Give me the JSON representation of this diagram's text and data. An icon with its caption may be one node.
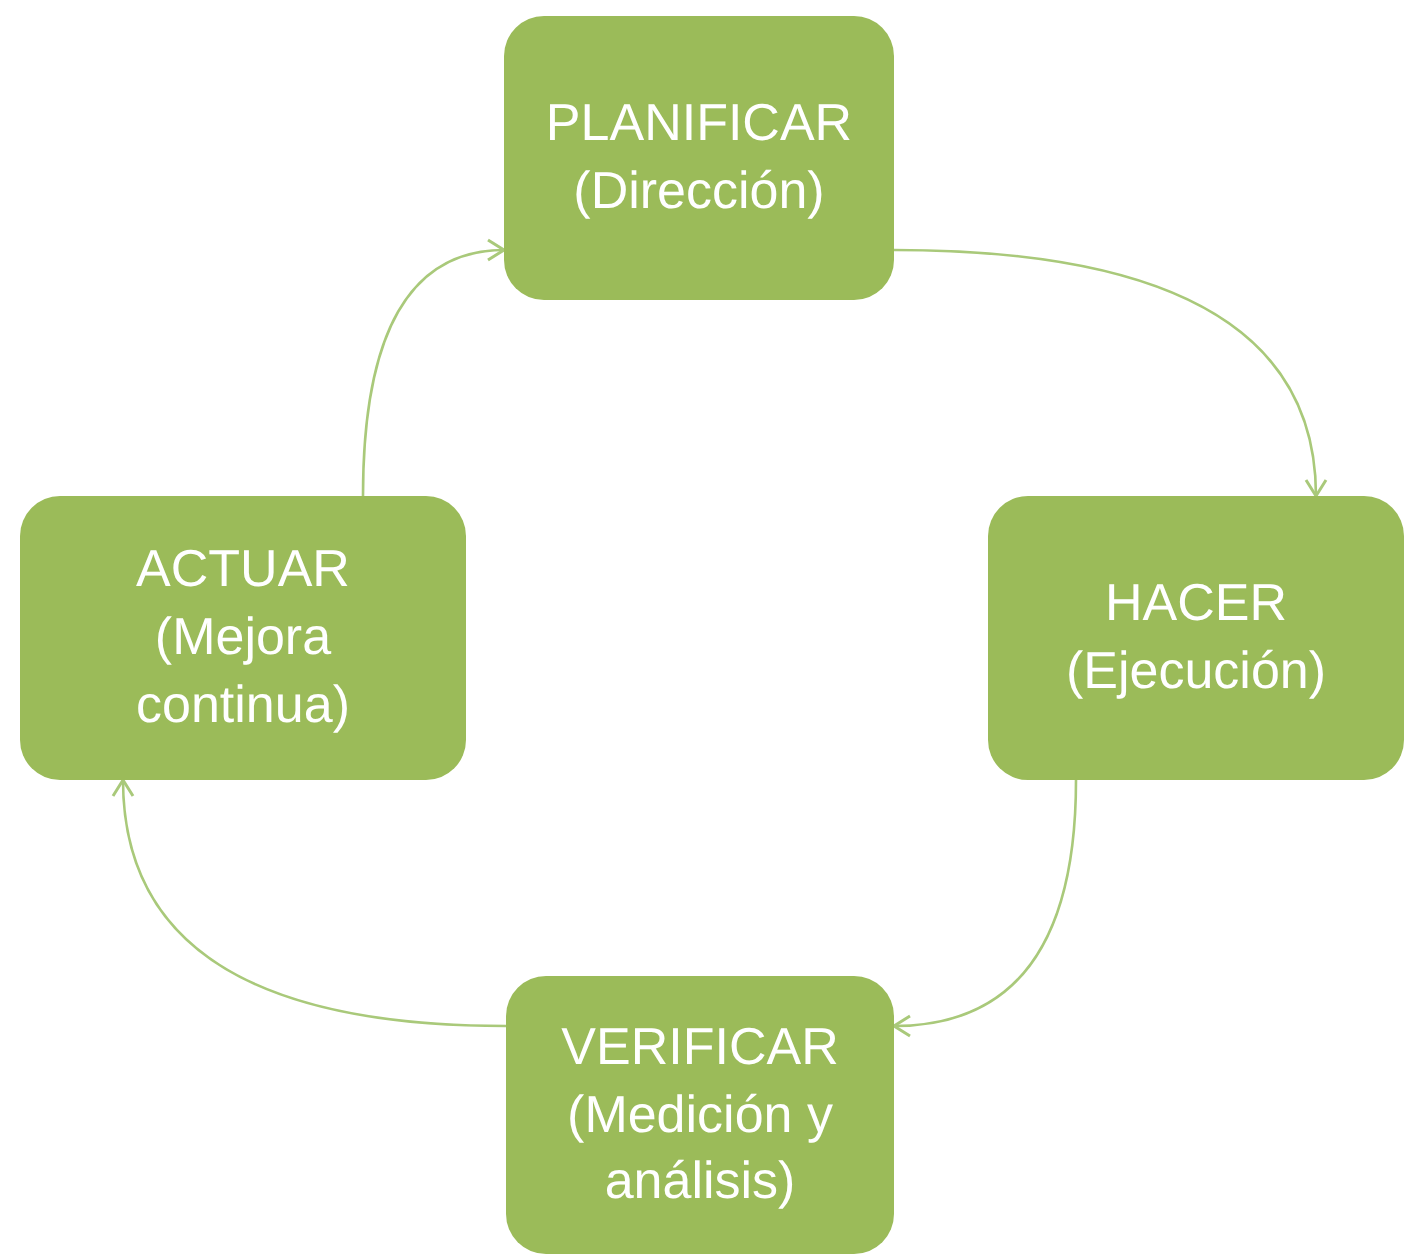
{
  "diagram": {
    "nodes": [
      {
        "text": [
          "PLANIFICAR (Dirección)"
        ]
      },
      {
        "text": [
          "HACER (Ejecución)"
        ]
      },
      {
        "text": [
          "VERIFICAR (Medición y análisis)"
        ]
      },
      {
        "text": [
          "ACTUAR (Mejora continua)"
        ]
      }
    ],
    "edges": [
      {
        "from": 0,
        "to": 1,
        "arrow": "to"
      },
      {
        "from": 1,
        "to": 2,
        "arrow": "to"
      },
      {
        "from": 2,
        "to": 3,
        "arrow": "to"
      },
      {
        "from": 3,
        "to": 0,
        "arrow": "to"
      }
    ]
  }
}
